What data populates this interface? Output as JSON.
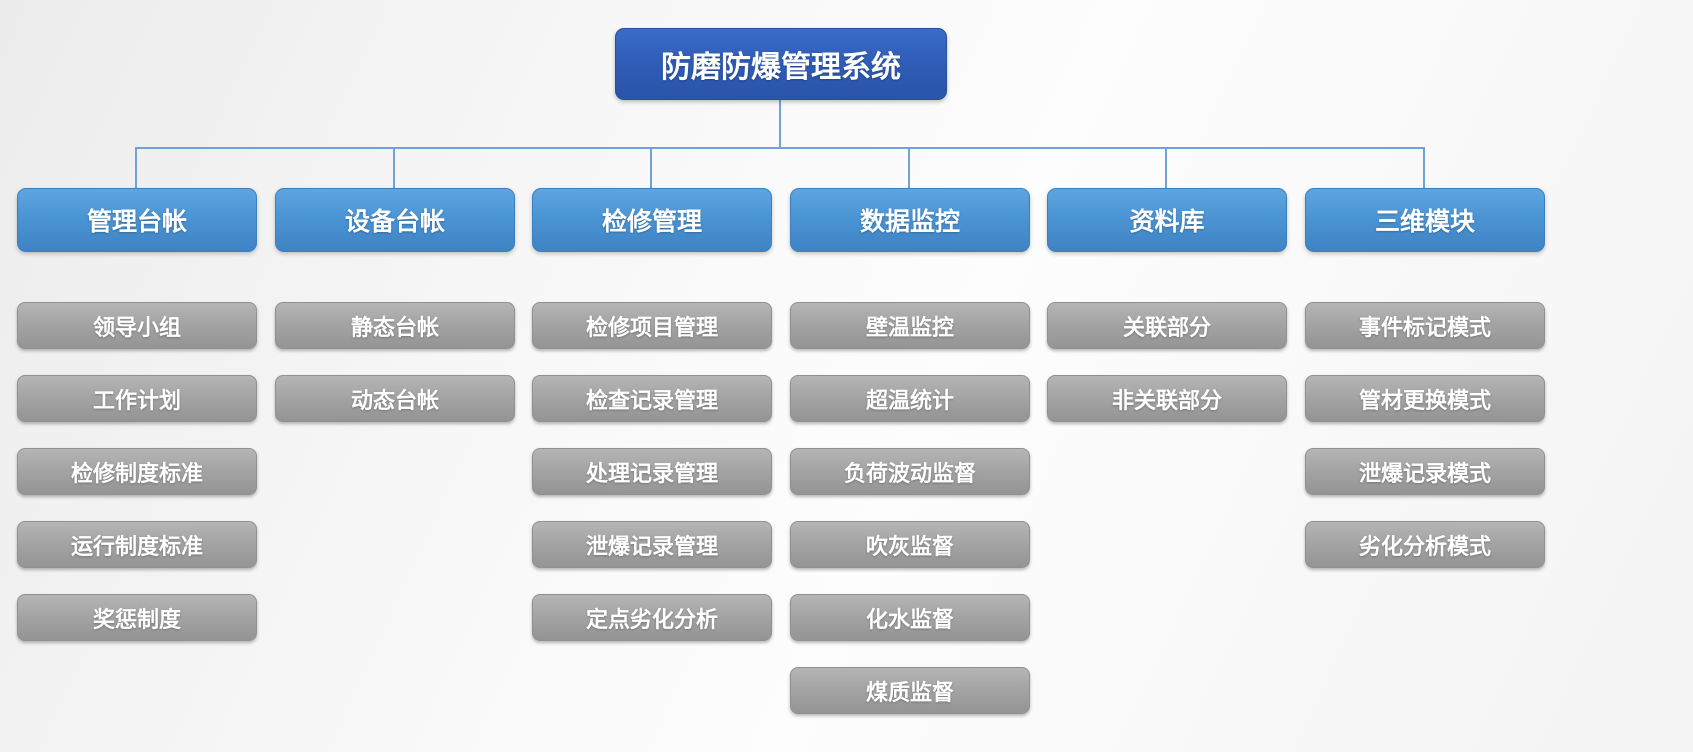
{
  "diagram": {
    "root": {
      "label": "防磨防爆管理系统"
    },
    "colors": {
      "root_blue": "#2e5bb4",
      "header_blue": "#4a93d3",
      "child_gray": "#a3a3a3",
      "connector_blue": "#6fa3d8",
      "text": "#ffffff"
    },
    "columns": [
      {
        "title": "管理台帐",
        "items": [
          "领导小组",
          "工作计划",
          "检修制度标准",
          "运行制度标准",
          "奖惩制度"
        ]
      },
      {
        "title": "设备台帐",
        "items": [
          "静态台帐",
          "动态台帐"
        ]
      },
      {
        "title": "检修管理",
        "items": [
          "检修项目管理",
          "检查记录管理",
          "处理记录管理",
          "泄爆记录管理",
          "定点劣化分析"
        ]
      },
      {
        "title": "数据监控",
        "items": [
          "壁温监控",
          "超温统计",
          "负荷波动监督",
          "吹灰监督",
          "化水监督",
          "煤质监督"
        ]
      },
      {
        "title": "资料库",
        "items": [
          "关联部分",
          "非关联部分"
        ]
      },
      {
        "title": "三维模块",
        "items": [
          "事件标记模式",
          "管材更换模式",
          "泄爆记录模式",
          "劣化分析模式"
        ]
      }
    ]
  }
}
